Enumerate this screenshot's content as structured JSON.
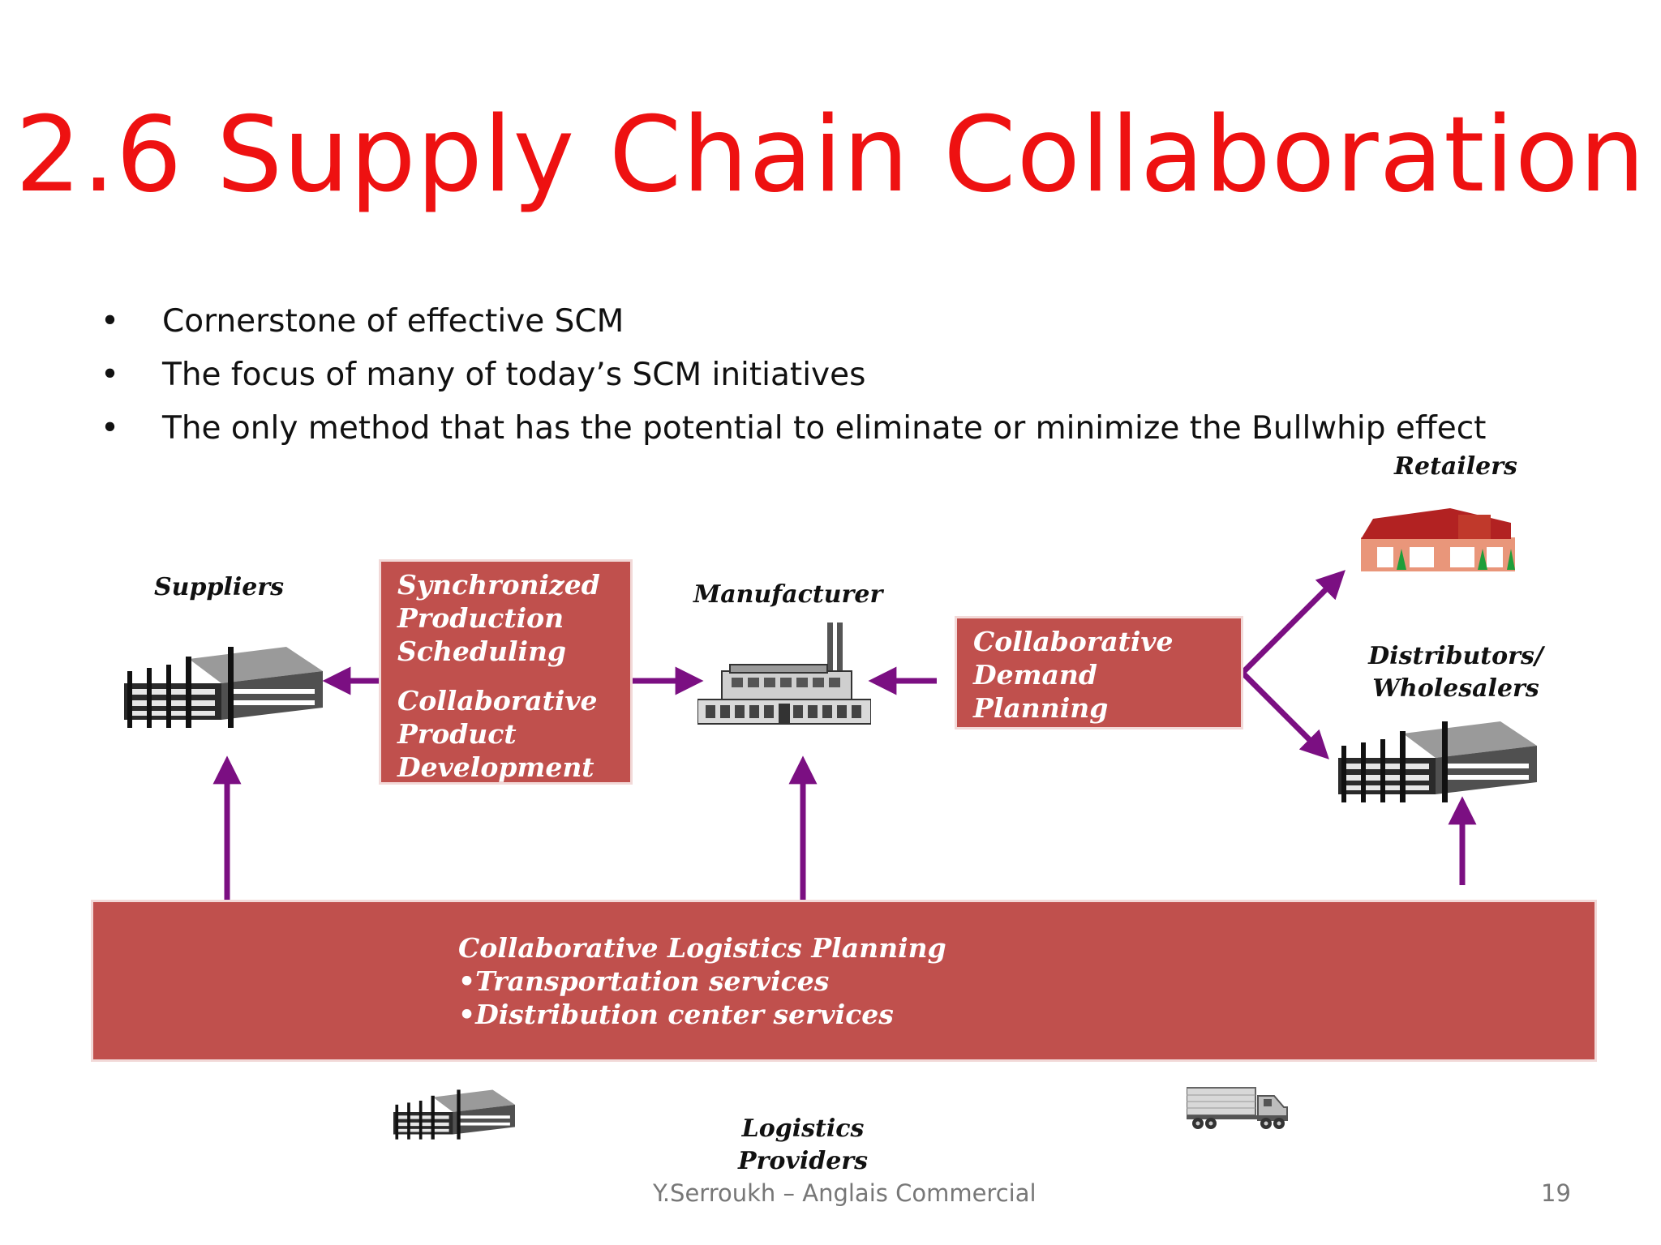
{
  "title": "2.6 Supply Chain Collaboration",
  "bullets": [
    "Cornerstone of effective SCM",
    "The focus of many of today’s SCM initiatives",
    "The only method that has the potential to eliminate or minimize the Bullwhip effect"
  ],
  "bullet_marker": "•",
  "diagram": {
    "nodes": {
      "suppliers": "Suppliers",
      "manufacturer": "Manufacturer",
      "retailers": "Retailers",
      "distributors_line1": "Distributors/",
      "distributors_line2": "Wholesalers",
      "logistics_providers": "Logistics Providers"
    },
    "boxes": {
      "production_line1": "Synchronized",
      "production_line2": "Production",
      "production_line3": "Scheduling",
      "product_dev_line1": "Collaborative",
      "product_dev_line2": "Product",
      "product_dev_line3": "Development",
      "demand_line1": "Collaborative",
      "demand_line2": "Demand Planning",
      "logistics_title": "Collaborative Logistics Planning",
      "logistics_item1": "•Transportation services",
      "logistics_item2": "•Distribution center services"
    },
    "colors": {
      "box_fill": "#c0504d",
      "arrow": "#7b0f82",
      "title": "#ee1111"
    },
    "icons": [
      "warehouse-icon",
      "factory-icon",
      "retail-store-icon",
      "truck-icon"
    ]
  },
  "footer": {
    "author": "Y.Serroukh – Anglais Commercial",
    "page_number": "19"
  }
}
